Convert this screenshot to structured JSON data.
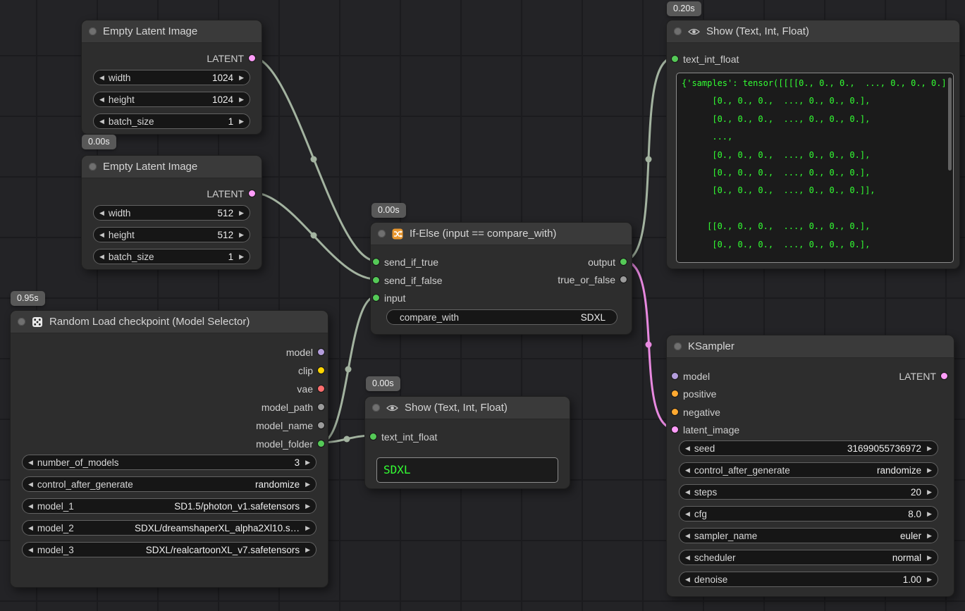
{
  "badges": {
    "latent2": "0.00s",
    "random_load": "0.95s",
    "if_else": "0.00s",
    "show_small": "0.00s",
    "show_large": "0.20s"
  },
  "icons": {
    "left_arrow": "◀",
    "right_arrow": "▶"
  },
  "colors": {
    "port_green": "#55c957",
    "port_latent": "#ff9cf9",
    "port_model": "#b39ddb",
    "port_clip": "#ffd500",
    "port_vae": "#ff6e6e",
    "port_conditioning": "#ffa931",
    "port_gray": "#9b9b9b",
    "wire_green": "#a3b3a0",
    "wire_pink": "#e889e0",
    "show_text_green": "#33ff33",
    "badge_bg": "#585858"
  },
  "nodes": {
    "latent1": {
      "title": "Empty Latent Image",
      "output_label": "LATENT",
      "widgets": [
        {
          "label": "width",
          "value": "1024"
        },
        {
          "label": "height",
          "value": "1024"
        },
        {
          "label": "batch_size",
          "value": "1"
        }
      ]
    },
    "latent2": {
      "title": "Empty Latent Image",
      "output_label": "LATENT",
      "widgets": [
        {
          "label": "width",
          "value": "512"
        },
        {
          "label": "height",
          "value": "512"
        },
        {
          "label": "batch_size",
          "value": "1"
        }
      ]
    },
    "random_load": {
      "title": "Random Load checkpoint (Model Selector)",
      "outputs": [
        "model",
        "clip",
        "vae",
        "model_path",
        "model_name",
        "model_folder"
      ],
      "widgets": [
        {
          "label": "number_of_models",
          "value": "3"
        },
        {
          "label": "control_after_generate",
          "value": "randomize"
        },
        {
          "label": "model_1",
          "value": "SD1.5/photon_v1.safetensors"
        },
        {
          "label": "model_2",
          "value": "SDXL/dreamshaperXL_alpha2Xl10.s…"
        },
        {
          "label": "model_3",
          "value": "SDXL/realcartoonXL_v7.safetensors"
        }
      ]
    },
    "if_else": {
      "title": "If-Else (input == compare_with)",
      "inputs": [
        "send_if_true",
        "send_if_false",
        "input"
      ],
      "outputs": [
        "output",
        "true_or_false"
      ],
      "widgets": [
        {
          "label": "compare_with",
          "value": "SDXL"
        }
      ]
    },
    "show_small": {
      "title": "Show (Text, Int, Float)",
      "input": "text_int_float",
      "text": "SDXL"
    },
    "show_large": {
      "title": "Show (Text, Int, Float)",
      "input": "text_int_float",
      "text": "{'samples': tensor([[[[0., 0., 0.,  ..., 0., 0., 0.],\n      [0., 0., 0.,  ..., 0., 0., 0.],\n      [0., 0., 0.,  ..., 0., 0., 0.],\n      ...,\n      [0., 0., 0.,  ..., 0., 0., 0.],\n      [0., 0., 0.,  ..., 0., 0., 0.],\n      [0., 0., 0.,  ..., 0., 0., 0.]],\n\n     [[0., 0., 0.,  ..., 0., 0., 0.],\n      [0., 0., 0.,  ..., 0., 0., 0.],"
    },
    "ksampler": {
      "title": "KSampler",
      "inputs": [
        "model",
        "positive",
        "negative",
        "latent_image"
      ],
      "output_label": "LATENT",
      "widgets": [
        {
          "label": "seed",
          "value": "31699055736972"
        },
        {
          "label": "control_after_generate",
          "value": "randomize"
        },
        {
          "label": "steps",
          "value": "20"
        },
        {
          "label": "cfg",
          "value": "8.0"
        },
        {
          "label": "sampler_name",
          "value": "euler"
        },
        {
          "label": "scheduler",
          "value": "normal"
        },
        {
          "label": "denoise",
          "value": "1.00"
        }
      ]
    }
  }
}
